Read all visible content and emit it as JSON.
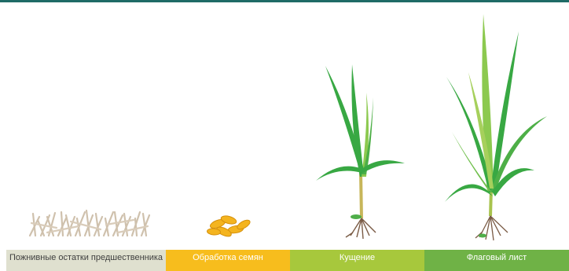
{
  "colors": {
    "top_rule": "#1f6b66",
    "stage_residue": "#dfe0cf",
    "stage_seed": "#f7bd1d",
    "stage_tillering": "#a7c83c",
    "stage_flag_leaf": "#6fb246"
  },
  "icons": [
    "stubble-residue-icon",
    "treated-seeds-icon",
    "tillering-wheat-plant-icon",
    "flag-leaf-wheat-plant-icon"
  ],
  "stages": [
    {
      "label": "Пожнивные остатки предшественника"
    },
    {
      "label": "Обработка семян"
    },
    {
      "label": "Кущение"
    },
    {
      "label": "Флаговый лист"
    }
  ]
}
